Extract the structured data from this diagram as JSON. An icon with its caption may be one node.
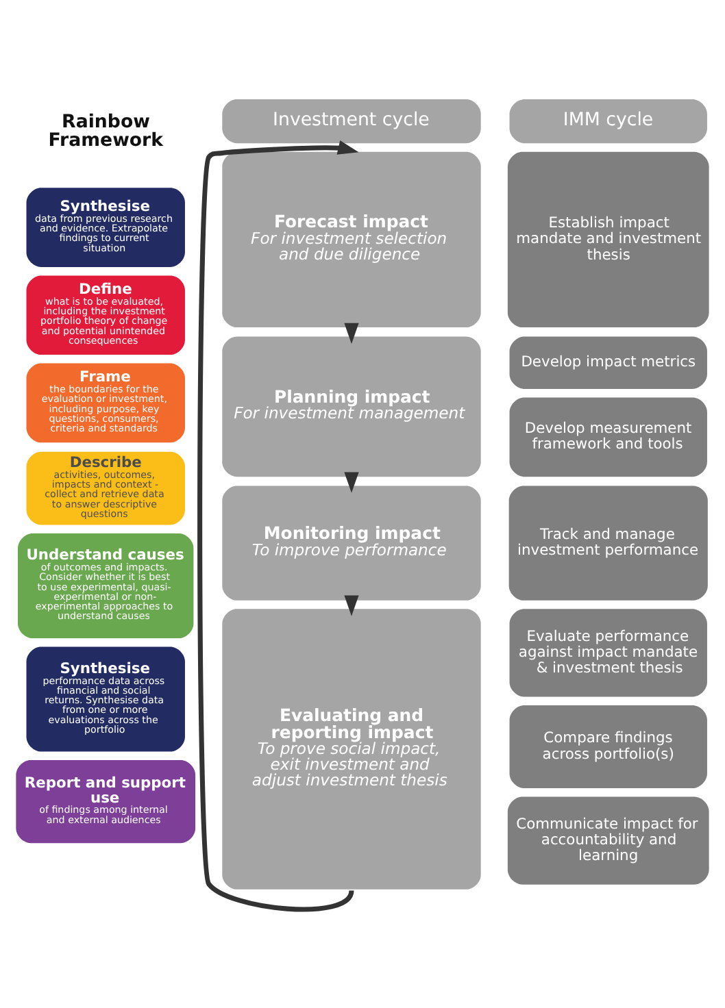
{
  "diagram": {
    "nodes": [
      {
        "text": [
          "Investment cycle"
        ]
      },
      {
        "text": [
          "IMM cycle"
        ]
      },
      {
        "text": [
          "Synthesise",
          "data from previous research and evidence. Extrapolate findings to current situation"
        ]
      },
      {
        "text": [
          "Forecast impact",
          "For investment selection and due diligence"
        ]
      },
      {
        "text": [
          "Establish impact mandate and investment thesis"
        ]
      },
      {
        "text": [
          "Define",
          "what is to be evaluated, including the investment portfolio theory of change and potential unintended consequences"
        ]
      },
      {
        "text": [
          "Frame",
          "the boundaries for the evaluation or investment, including purpose, key questions, consumers, criteria and standards"
        ]
      },
      {
        "text": [
          "Planning impact",
          "For investment management"
        ]
      },
      {
        "text": [
          "Develop impact metrics"
        ]
      },
      {
        "text": [
          "Develop measurement framework and tools"
        ]
      },
      {
        "text": [
          "Describe",
          "activities, outcomes, impacts and context - collect and retrieve data to answer descriptive questions"
        ]
      },
      {
        "text": [
          "Monitoring impact",
          "To improve performance"
        ]
      },
      {
        "text": [
          "Track and manage investment performance"
        ]
      },
      {
        "text": [
          "Understand causes",
          "of outcomes and impacts. Consider whether it is best to use experimental, quasi-experimental or non-experimental approaches to understand causes"
        ]
      },
      {
        "text": [
          "Synthesise",
          "performance data across financial and social returns. Synthesise data from one or more evaluations across the portfolio"
        ]
      },
      {
        "text": [
          "Evaluating and reporting impact",
          "To prove social impact, exit investment and adjust investment thesis"
        ]
      },
      {
        "text": [
          "Evaluate performance against impact mandate & investment thesis"
        ]
      },
      {
        "text": [
          "Compare findings across portfolio(s)"
        ]
      },
      {
        "text": [
          "Report and support use",
          "of findings among internal and external audiences"
        ]
      },
      {
        "text": [
          "Communicate impact for accountability and learning"
        ]
      }
    ],
    "edges": [
      {
        "from": 3,
        "to": 7,
        "arrow": "to"
      },
      {
        "from": 7,
        "to": 11,
        "arrow": "to"
      },
      {
        "from": 11,
        "to": 15,
        "arrow": "to"
      },
      {
        "from": 15,
        "to": 3,
        "arrow": "to"
      }
    ],
    "labels": [
      "Rainbow Framework"
    ]
  }
}
